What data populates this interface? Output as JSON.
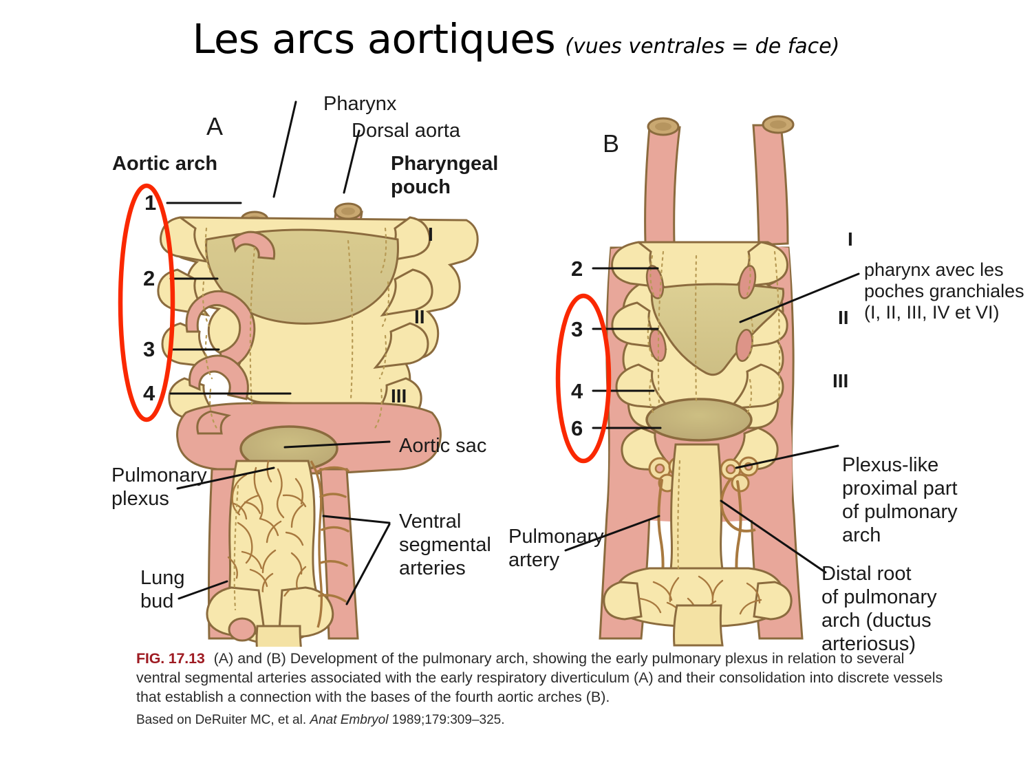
{
  "title": {
    "main": "Les arcs aortiques",
    "subtitle": "(vues ventrales = de face)"
  },
  "panel_a": {
    "panel_letter": "A",
    "heading": "Aortic arch",
    "arch_numbers": [
      "1",
      "2",
      "3",
      "4"
    ],
    "roman_numerals": [
      "I",
      "II",
      "III"
    ],
    "labels": {
      "pharynx": "Pharynx",
      "dorsal_aorta": "Dorsal aorta",
      "pharyngeal_pouch_line1": "Pharyngeal",
      "pharyngeal_pouch_line2": "pouch",
      "aortic_sac": "Aortic sac",
      "pulmonary_plexus_line1": "Pulmonary",
      "pulmonary_plexus_line2": "plexus",
      "lung_bud_line1": "Lung",
      "lung_bud_line2": "bud",
      "ventral_segmental_line1": "Ventral",
      "ventral_segmental_line2": "segmental",
      "ventral_segmental_line3": "arteries"
    }
  },
  "panel_b": {
    "panel_letter": "B",
    "arch_numbers": [
      "2",
      "3",
      "4",
      "6"
    ],
    "roman_numerals": [
      "I",
      "II",
      "III"
    ],
    "labels": {
      "pulmonary_artery_line1": "Pulmonary",
      "pulmonary_artery_line2": "artery",
      "plexus_like_line1": "Plexus-like",
      "plexus_like_line2": "proximal part",
      "plexus_like_line3": "of pulmonary",
      "plexus_like_line4": "arch",
      "distal_root_line1": "Distal root",
      "distal_root_line2": "of pulmonary",
      "distal_root_line3": "arch (ductus",
      "distal_root_line4": "arteriosus)"
    },
    "annotation_fr": {
      "line1": "pharynx avec les",
      "line2": "poches granchiales",
      "line3": "(I, II, III, IV et VI)"
    }
  },
  "caption": {
    "fig_number": "FIG. 17.13",
    "body": "(A) and (B) Development of the pulmonary arch, showing the early pulmonary plexus in relation to several ventral segmental arteries associated with the early respiratory diverticulum (A) and their consolidation into discrete vessels that establish a connection with the bases of the fourth aortic arches (B).",
    "source_prefix": "Based on DeRuiter MC, et al. ",
    "source_journal": "Anat Embryol",
    "source_suffix": " 1989;179:309–325."
  },
  "colors": {
    "pale_yellow": "#f7e7ad",
    "deep_yellow": "#f2dc92",
    "lumen_olive": "#d7c98d",
    "vessel_pink": "#e8a79a",
    "vessel_pink_dark": "#dd9488",
    "outline_brown": "#8b6b3e",
    "annotation_red": "#fa2800",
    "fig_number_red": "#9e1b22",
    "leader_black": "#111111"
  }
}
